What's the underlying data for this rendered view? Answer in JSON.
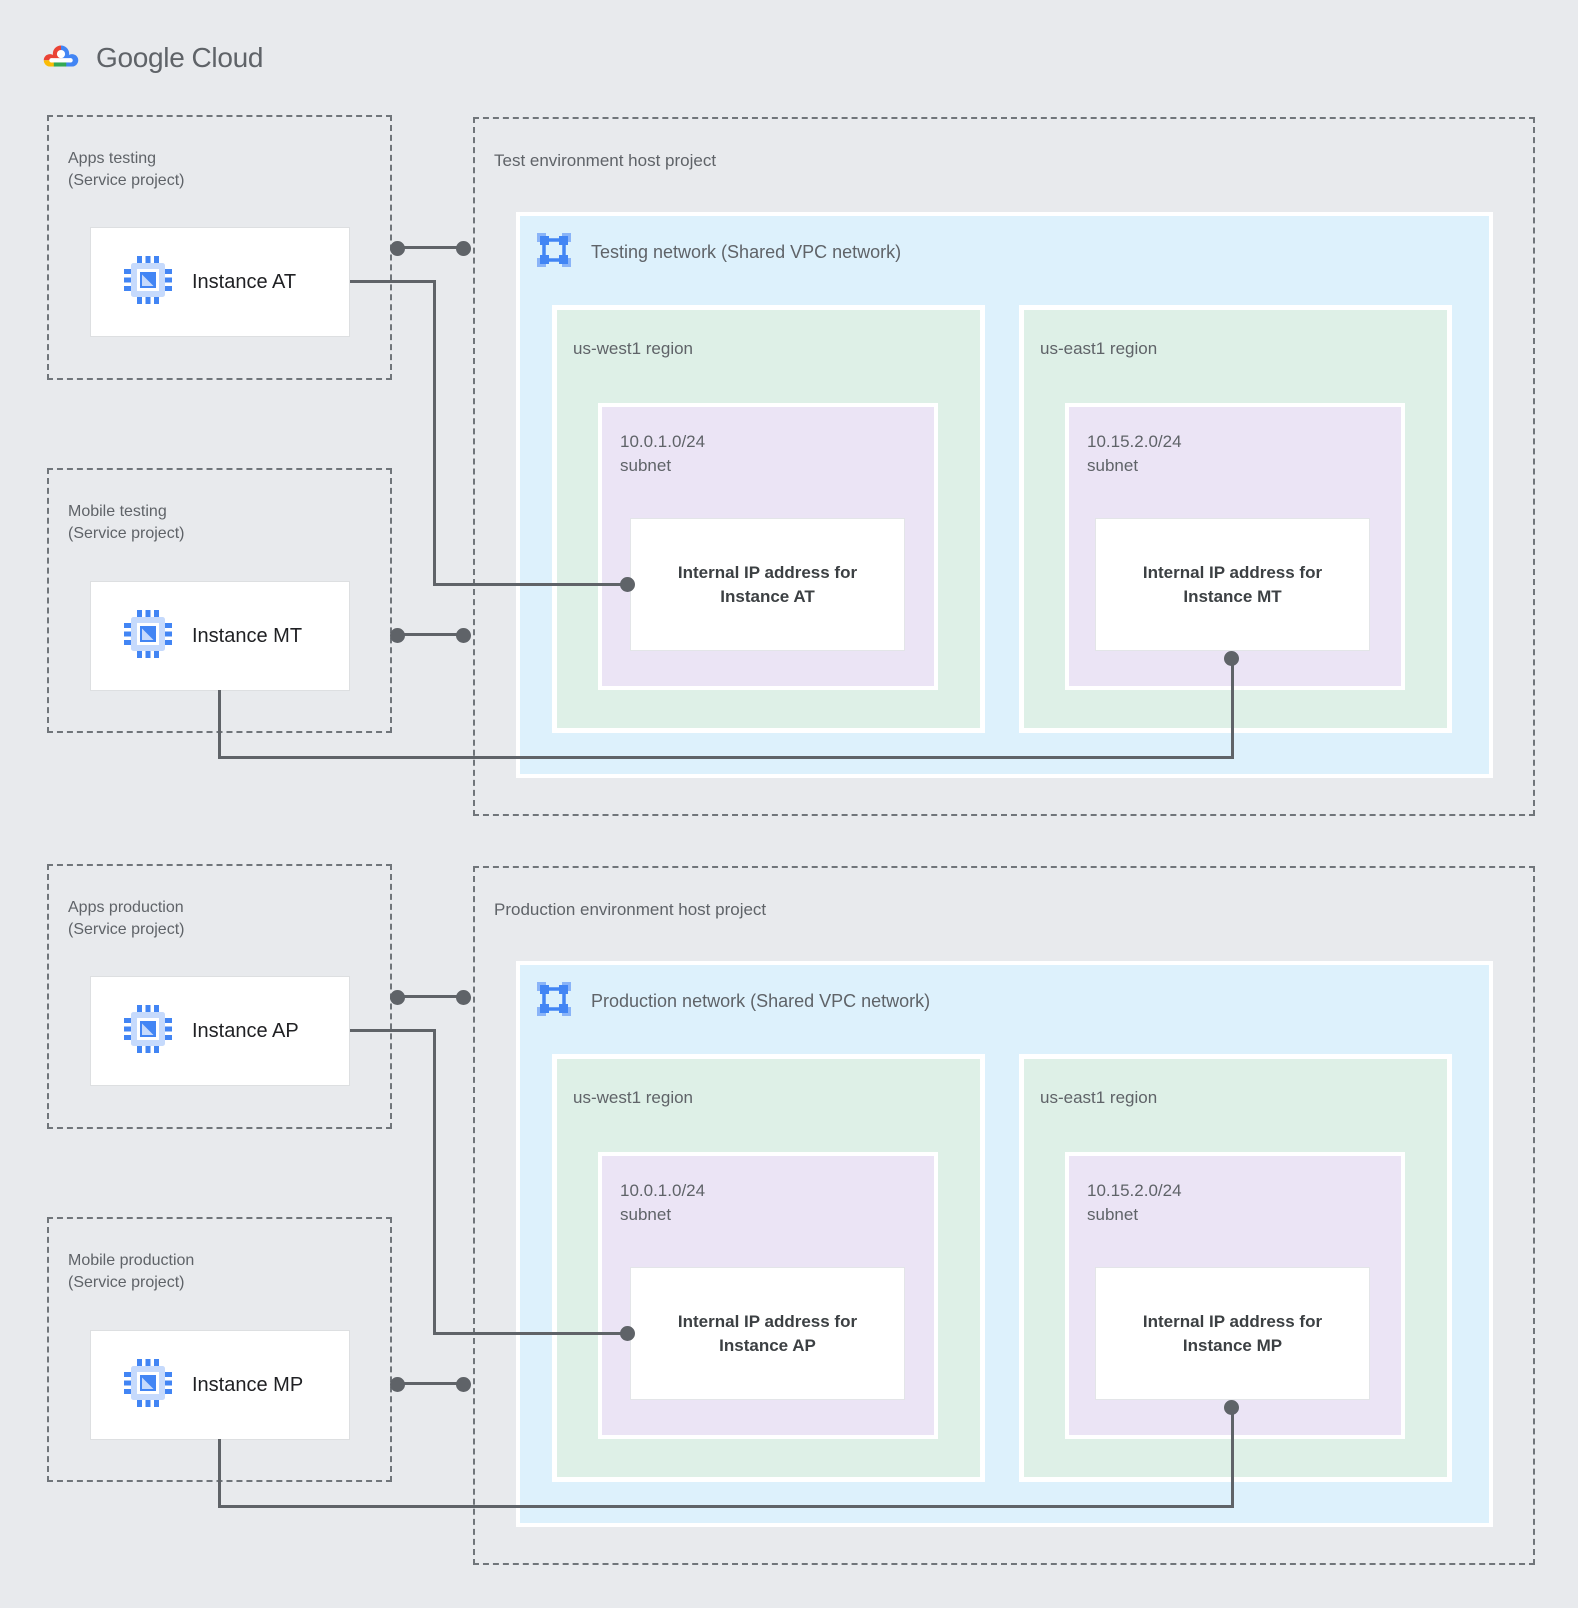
{
  "logo": {
    "brand": "Google",
    "product": "Cloud"
  },
  "colors": {
    "background": "#E8EAED",
    "network_fill": "#DDF1FC",
    "region_fill": "#DEF0E7",
    "subnet_fill": "#EBE4F5",
    "connector": "#5F6368",
    "accent_blue": "#4285F4"
  },
  "sections": [
    {
      "host_label": "Test environment host project",
      "network_label": "Testing network (Shared VPC network)",
      "service_projects": [
        {
          "name": "Apps testing",
          "type": "(Service project)",
          "instance_label": "Instance AT"
        },
        {
          "name": "Mobile testing",
          "type": "(Service project)",
          "instance_label": "Instance MT"
        }
      ],
      "regions": [
        {
          "label": "us-west1 region",
          "subnet_cidr": "10.0.1.0/24",
          "subnet_word": "subnet",
          "ip_label_line1": "Internal IP address for",
          "ip_label_line2": "Instance AT"
        },
        {
          "label": "us-east1 region",
          "subnet_cidr": "10.15.2.0/24",
          "subnet_word": "subnet",
          "ip_label_line1": "Internal IP address for",
          "ip_label_line2": "Instance MT"
        }
      ]
    },
    {
      "host_label": "Production environment host project",
      "network_label": "Production network (Shared VPC network)",
      "service_projects": [
        {
          "name": "Apps production",
          "type": "(Service project)",
          "instance_label": "Instance AP"
        },
        {
          "name": "Mobile production",
          "type": "(Service project)",
          "instance_label": "Instance MP"
        }
      ],
      "regions": [
        {
          "label": "us-west1 region",
          "subnet_cidr": "10.0.1.0/24",
          "subnet_word": "subnet",
          "ip_label_line1": "Internal IP address for",
          "ip_label_line2": "Instance AP"
        },
        {
          "label": "us-east1 region",
          "subnet_cidr": "10.15.2.0/24",
          "subnet_word": "subnet",
          "ip_label_line1": "Internal IP address for",
          "ip_label_line2": "Instance MP"
        }
      ]
    }
  ]
}
